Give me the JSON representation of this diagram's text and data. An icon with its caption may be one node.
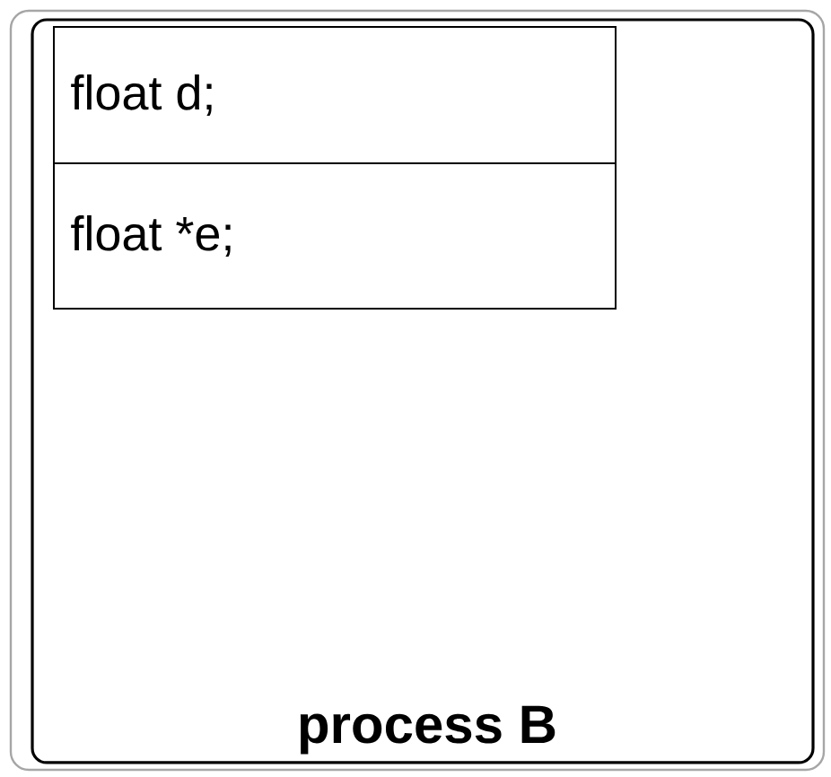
{
  "diagram": {
    "nodes": [
      {
        "text": [
          "process B"
        ]
      },
      {
        "text": [
          "float d;"
        ],
        "in": 0
      },
      {
        "text": [
          "float *e;"
        ],
        "in": 0
      }
    ],
    "edges": []
  }
}
